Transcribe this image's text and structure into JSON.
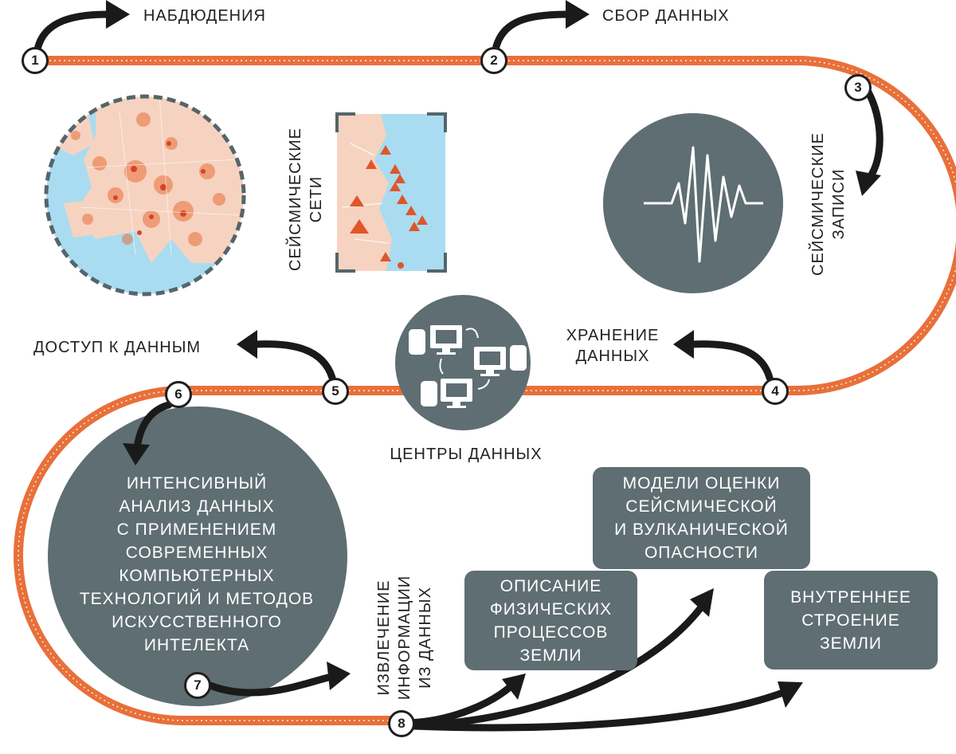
{
  "labels": {
    "observations": "НАБДЮДЕНИЯ",
    "data_collection": "СБОР ДАННЫХ",
    "seismic_records": [
      "СЕЙСМИЧЕСКИЕ",
      "ЗАПИСИ"
    ],
    "data_storage": [
      "ХРАНЕНИЕ",
      "ДАННЫХ"
    ],
    "data_access": "ДОСТУП К ДАННЫМ",
    "data_centers": "ЦЕНТРЫ ДАННЫХ",
    "seismic_networks": [
      "СЕЙСМИЧЕСКИЕ",
      "СЕТИ"
    ],
    "extraction": [
      "ИЗВЛЕЧЕНИЕ",
      "ИНФОРМАЦИИ",
      "ИЗ ДАННЫХ"
    ]
  },
  "analysis_circle": [
    "ИНТЕНСИВНЫЙ",
    "АНАЛИЗ ДАННЫХ",
    "С ПРИМЕНЕНИЕМ",
    "СОВРЕМЕННЫХ",
    "КОМПЬЮТЕРНЫХ",
    "ТЕХНОЛОГИЙ И МЕТОДОВ",
    "ИСКУССТВЕННОГО",
    "ИНТЕЛЕКТА"
  ],
  "boxes": {
    "hazard_models": [
      "МОДЕЛИ ОЦЕНКИ",
      "СЕЙСМИЧЕСКОЙ",
      "И ВУЛКАНИЧЕСКОЙ",
      "ОПАСНОСТИ"
    ],
    "physical_processes": [
      "ОПИСАНИЕ",
      "ФИЗИЧЕСКИХ",
      "ПРОЦЕССОВ",
      "ЗЕМЛИ"
    ],
    "earth_structure": [
      "ВНУТРЕННЕЕ",
      "СТРОЕНИЕ",
      "ЗЕМЛИ"
    ]
  },
  "steps": [
    "1",
    "2",
    "3",
    "4",
    "5",
    "6",
    "7",
    "8"
  ],
  "colors": {
    "track_orange": "#e8703a",
    "panel_slate": "#5e6e73",
    "arrow_black": "#1a1a1a",
    "map_water": "#a9dcf0",
    "map_land": "#f6d3c0",
    "marker_red": "#e0552a"
  },
  "icons": [
    "europe-seismic-map",
    "station-map-icon",
    "seismogram-icon",
    "computer-network-icon"
  ]
}
